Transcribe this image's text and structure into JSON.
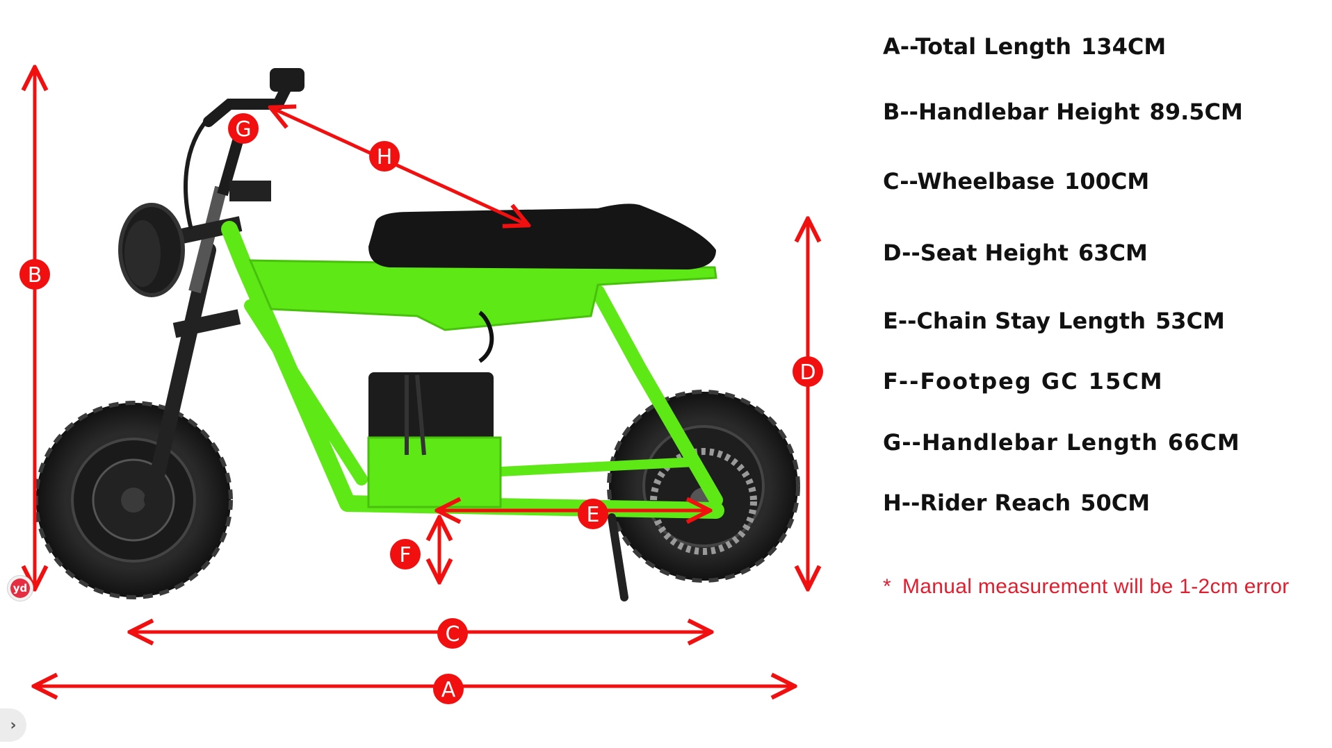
{
  "specs": {
    "A": {
      "label": "A--Total Length",
      "value": "134CM"
    },
    "B": {
      "label": "B--Handlebar Height",
      "value": "89.5CM"
    },
    "C": {
      "label": "C--Wheelbase",
      "value": "100CM"
    },
    "D": {
      "label": "D--Seat Height",
      "value": "63CM"
    },
    "E": {
      "label": "E--Chain Stay Length",
      "value": "53CM"
    },
    "F": {
      "label": "F--Footpeg GC",
      "value": "15CM"
    },
    "G": {
      "label": "G--Handlebar Length",
      "value": "66CM"
    },
    "H": {
      "label": "H--Rider Reach",
      "value": "50CM"
    }
  },
  "note": {
    "star": "*",
    "text": "Manual measurement will be 1-2cm error"
  },
  "markers": {
    "A": "A",
    "B": "B",
    "C": "C",
    "D": "D",
    "E": "E",
    "F": "F",
    "G": "G",
    "H": "H"
  },
  "badge": {
    "text": "yd"
  },
  "side_tab": {
    "icon": "chevron-right-icon",
    "glyph": "›"
  },
  "colors": {
    "dimension_red": "#f20f0f",
    "frame_green": "#5ee816",
    "tire_black": "#1c1c1c",
    "seat_black": "#151515",
    "note_red": "#e11d2e"
  }
}
